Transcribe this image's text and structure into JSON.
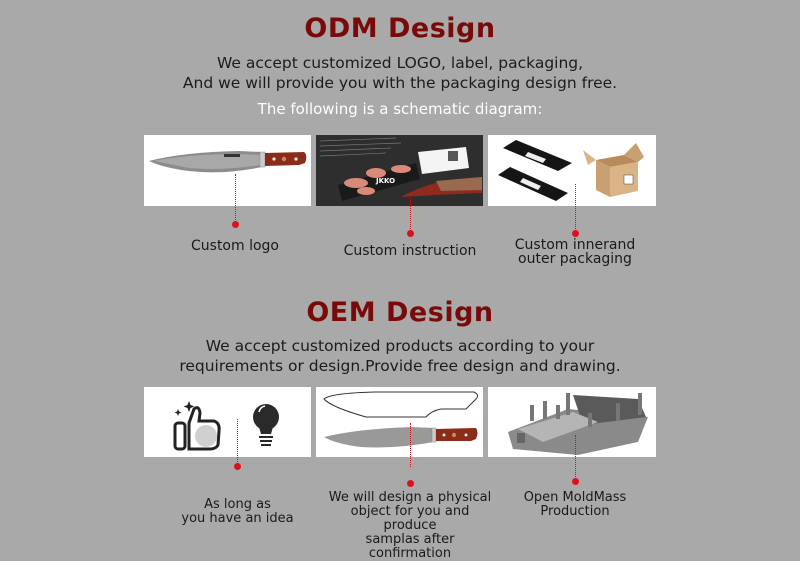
{
  "odm": {
    "title": "ODM Design",
    "description_line1": "We accept customized LOGO, label, packaging,",
    "description_line2": "And we will provide you with the packaging design free.",
    "subtitle": "The following is a schematic diagram:",
    "items": [
      {
        "caption": "Custom logo",
        "image": "damascus-chef-knife-with-logo"
      },
      {
        "caption": "Custom instruction",
        "image": "gift-box-with-instruction-card"
      },
      {
        "caption_line1": "Custom innerand",
        "caption_line2": "outer packaging",
        "image": "black-sleeves-and-cardboard-box"
      }
    ]
  },
  "oem": {
    "title": "OEM Design",
    "description_line1": "We accept customized products according to your",
    "description_line2": "requirements or design.Provide free design and drawing.",
    "items": [
      {
        "caption_line1": "As long as",
        "caption_line2": "you have an idea",
        "image": "thumbs-up-and-lightbulb"
      },
      {
        "caption_line1": "We will design a physical",
        "caption_line2": "object for you and produce",
        "caption_line3": "samplas after confirmation",
        "image": "knife-sketch-and-sample"
      },
      {
        "caption_line1": "Open MoldMass",
        "caption_line2": "Production",
        "image": "steel-mold"
      }
    ]
  },
  "colors": {
    "background": "#a9a9a9",
    "title": "#7a0a0a",
    "marker": "#e0101a"
  }
}
